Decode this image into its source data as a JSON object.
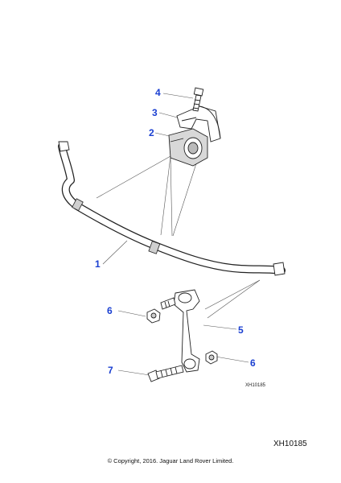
{
  "callouts": {
    "c1": "1",
    "c2": "2",
    "c3": "3",
    "c4": "4",
    "c5": "5",
    "c6a": "6",
    "c6b": "6",
    "c7": "7"
  },
  "drawing_code": "XH10185",
  "figure_id": "XH10185",
  "copyright": "© Copyright, 2016. Jaguar Land Rover Limited.",
  "colors": {
    "callout": "#1a3fd1",
    "line": "#222222",
    "bar_fill": "#ffffff",
    "shade": "#cfcfcf"
  }
}
